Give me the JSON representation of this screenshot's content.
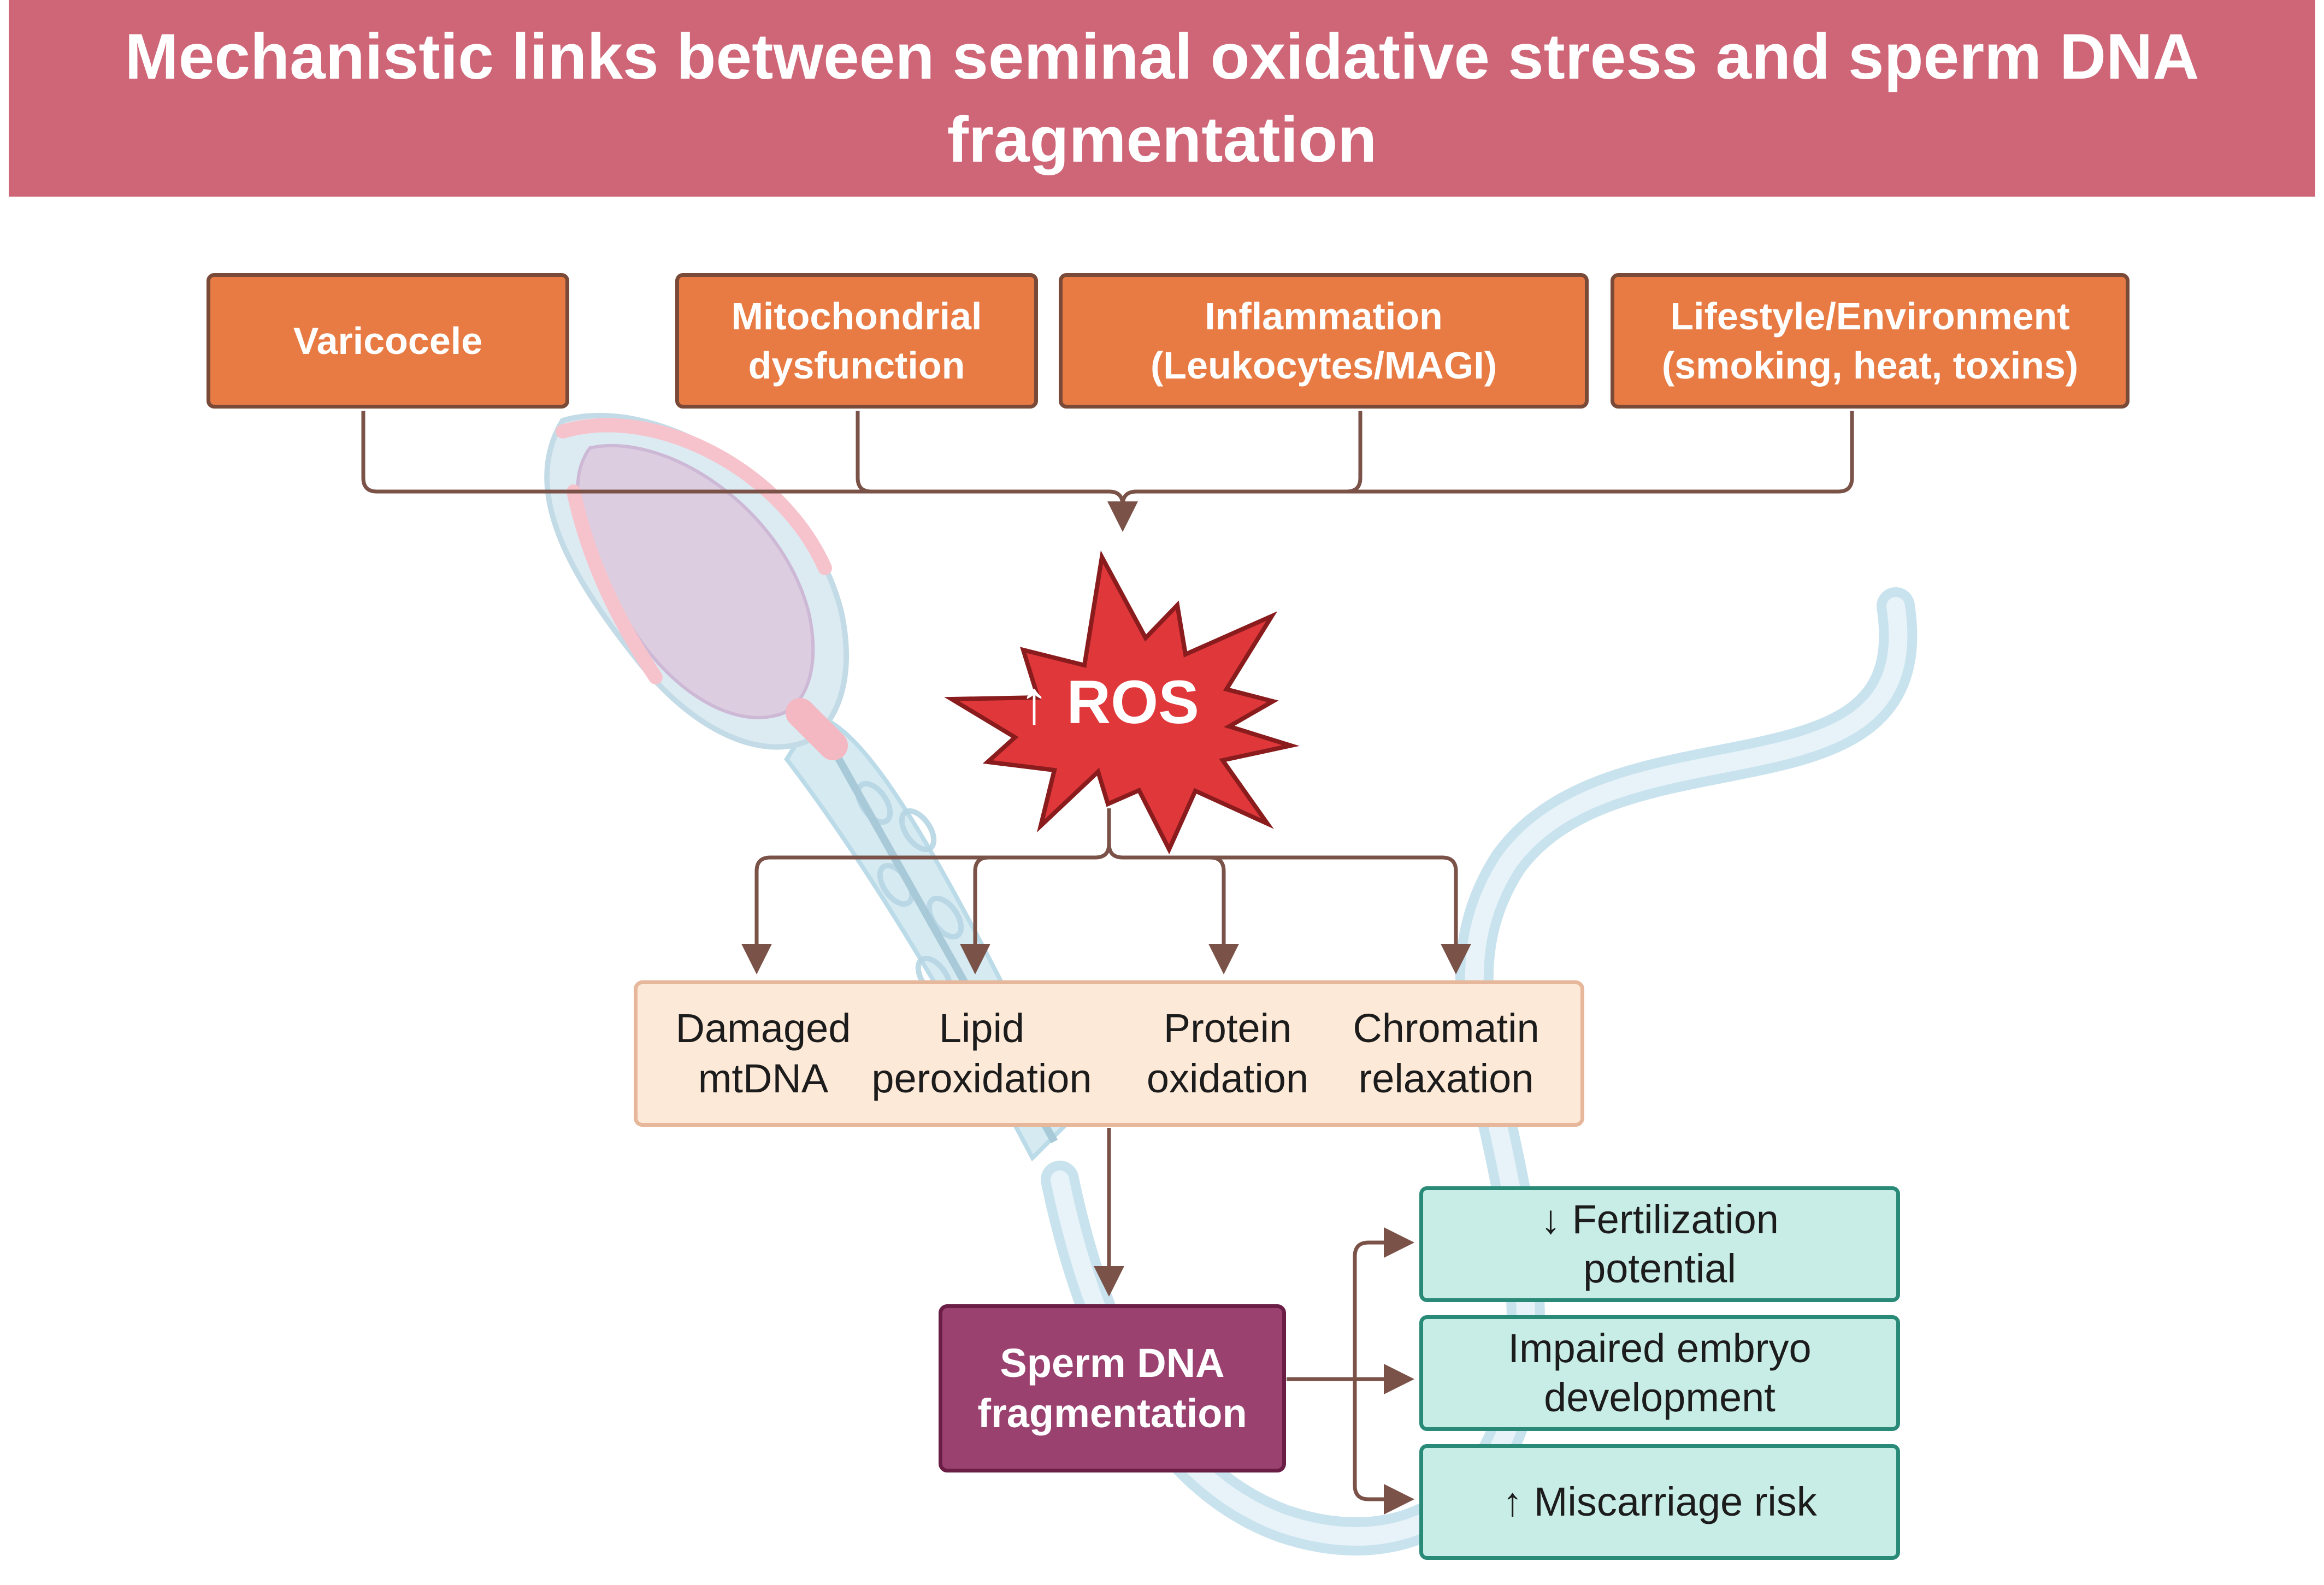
{
  "title": "Mechanistic links between seminal oxidative stress and sperm DNA fragmentation",
  "causes": [
    {
      "id": "varicocele",
      "lines": [
        "Varicocele"
      ]
    },
    {
      "id": "mitochondrial",
      "lines": [
        "Mitochondrial",
        "dysfunction"
      ]
    },
    {
      "id": "inflammation",
      "lines": [
        "Inflammation",
        "(Leukocytes/MAGI)"
      ]
    },
    {
      "id": "lifestyle",
      "lines": [
        "Lifestyle/Environment",
        "(smoking, heat, toxins)"
      ]
    }
  ],
  "ros": {
    "label": "↑ ROS"
  },
  "effects": [
    {
      "id": "mtdna",
      "lines": [
        "Damaged",
        "mtDNA"
      ]
    },
    {
      "id": "lipid",
      "lines": [
        "Lipid",
        "peroxidation"
      ]
    },
    {
      "id": "protein",
      "lines": [
        "Protein",
        "oxidation"
      ]
    },
    {
      "id": "chromatin",
      "lines": [
        "Chromatin",
        "relaxation"
      ]
    }
  ],
  "central": {
    "lines": [
      "Sperm DNA",
      "fragmentation"
    ]
  },
  "outcomes": [
    {
      "id": "fertilization",
      "lines": [
        "↓ Fertilization",
        "potential"
      ]
    },
    {
      "id": "embryo",
      "lines": [
        "Impaired embryo",
        "development"
      ]
    },
    {
      "id": "miscarriage",
      "lines": [
        "↑ Miscarriage risk"
      ]
    }
  ],
  "colors": {
    "banner": "#cf6678",
    "cause_fill": "#e87b43",
    "ros_fill": "#e0373a",
    "effects_fill": "#fde9d7",
    "central_fill": "#9a4170",
    "outcome_fill": "#c8ede6",
    "connector": "#7a5248"
  }
}
